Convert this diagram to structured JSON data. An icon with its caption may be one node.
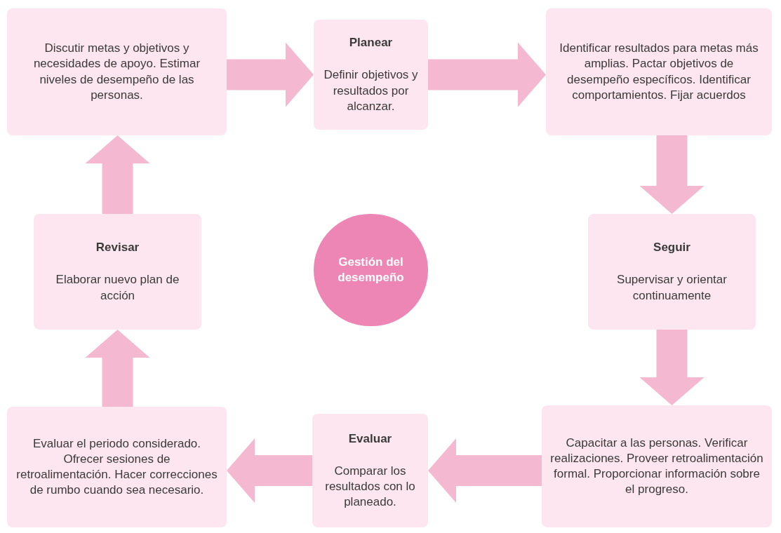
{
  "diagram": {
    "nodes": [
      {
        "text": [
          "Discutir metas y objetivos y necesidades de apoyo. Estimar niveles de desempeño de las personas."
        ]
      },
      {
        "text": [
          "Planear",
          "Definir objetivos y resultados por alcanzar."
        ]
      },
      {
        "text": [
          "Identificar resultados para metas más amplias. Pactar objetivos de desempeño específicos. Identificar comportamientos. Fijar acuerdos"
        ]
      },
      {
        "text": [
          "Seguir",
          "Supervisar y orientar continuamente"
        ]
      },
      {
        "text": [
          "Capacitar a las personas. Verificar realizaciones. Proveer retroalimentación formal. Proporcionar información sobre el progreso."
        ]
      },
      {
        "text": [
          "Evaluar",
          "Comparar los resultados con lo planeado."
        ]
      },
      {
        "text": [
          "Evaluar el periodo considerado. Ofrecer sesiones de retroalimentación. Hacer correcciones de rumbo cuando sea necesario."
        ]
      },
      {
        "text": [
          "Revisar",
          "Elaborar nuevo plan de acción"
        ]
      },
      {
        "text": [
          "Gestión del desempeño"
        ]
      }
    ],
    "edges": [
      {
        "from": 0,
        "to": 1,
        "arrow": "to"
      },
      {
        "from": 1,
        "to": 2,
        "arrow": "to"
      },
      {
        "from": 2,
        "to": 3,
        "arrow": "to"
      },
      {
        "from": 3,
        "to": 4,
        "arrow": "to"
      },
      {
        "from": 4,
        "to": 5,
        "arrow": "to"
      },
      {
        "from": 5,
        "to": 6,
        "arrow": "to"
      },
      {
        "from": 6,
        "to": 7,
        "arrow": "to"
      },
      {
        "from": 7,
        "to": 0,
        "arrow": "to"
      }
    ]
  }
}
